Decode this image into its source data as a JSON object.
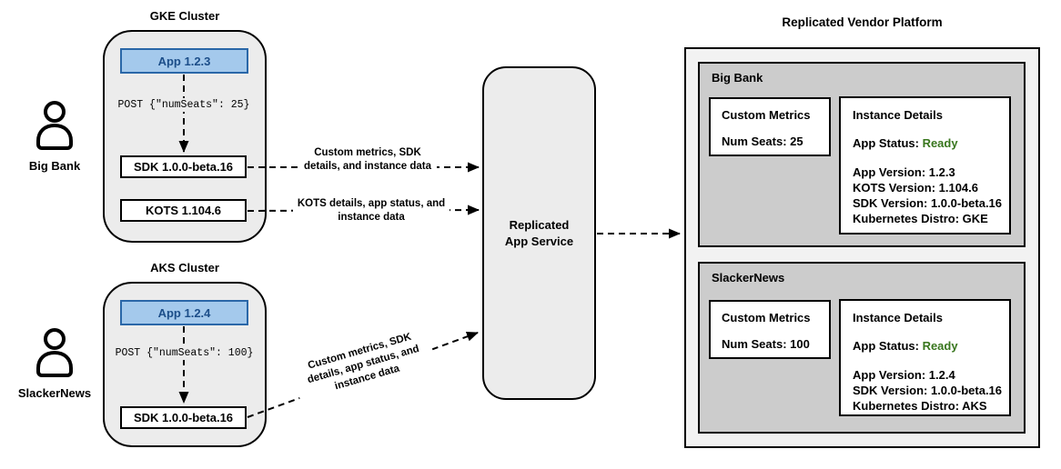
{
  "users": [
    {
      "label": "Big Bank"
    },
    {
      "label": "SlackerNews"
    }
  ],
  "clusters": [
    {
      "title": "GKE Cluster",
      "app_label": "App 1.2.3",
      "post_text": "POST {\"numSeats\": 25}",
      "sdk_label": "SDK 1.0.0-beta.16",
      "kots_label": "KOTS 1.104.6"
    },
    {
      "title": "AKS Cluster",
      "app_label": "App 1.2.4",
      "post_text": "POST {\"numSeats\": 100}",
      "sdk_label": "SDK 1.0.0-beta.16"
    }
  ],
  "arrow_labels": {
    "gke_sdk": "Custom metrics, SDK details, and instance data",
    "gke_kots": "KOTS details, app status, and instance data",
    "aks_sdk": "Custom metrics, SDK details, app status, and instance data"
  },
  "service": {
    "line1": "Replicated",
    "line2": "App Service"
  },
  "platform": {
    "title": "Replicated Vendor Platform",
    "tenants": [
      {
        "name": "Big Bank",
        "custom_metrics": {
          "title": "Custom Metrics",
          "metric": "Num Seats: 25"
        },
        "instance_details": {
          "title": "Instance Details",
          "app_status_label": "App Status: ",
          "app_status_value": "Ready",
          "lines": [
            "App Version: 1.2.3",
            "KOTS Version: 1.104.6",
            "SDK Version: 1.0.0-beta.16",
            "Kubernetes Distro: GKE"
          ]
        }
      },
      {
        "name": "SlackerNews",
        "custom_metrics": {
          "title": "Custom Metrics",
          "metric": "Num Seats: 100"
        },
        "instance_details": {
          "title": "Instance Details",
          "app_status_label": "App Status: ",
          "app_status_value": "Ready",
          "lines": [
            "App Version: 1.2.4",
            "SDK Version: 1.0.0-beta.16",
            "Kubernetes Distro: AKS"
          ]
        }
      }
    ]
  },
  "colors": {
    "app_box_fill": "#a4c9ec",
    "app_box_border": "#2a67a8",
    "app_box_text": "#1c4e89",
    "cluster_fill": "#ececec",
    "platform_outer_fill": "#f2f2f2",
    "tenant_fill": "#cccccc",
    "status_ready_green": "#38761d",
    "line_color": "#000000"
  }
}
